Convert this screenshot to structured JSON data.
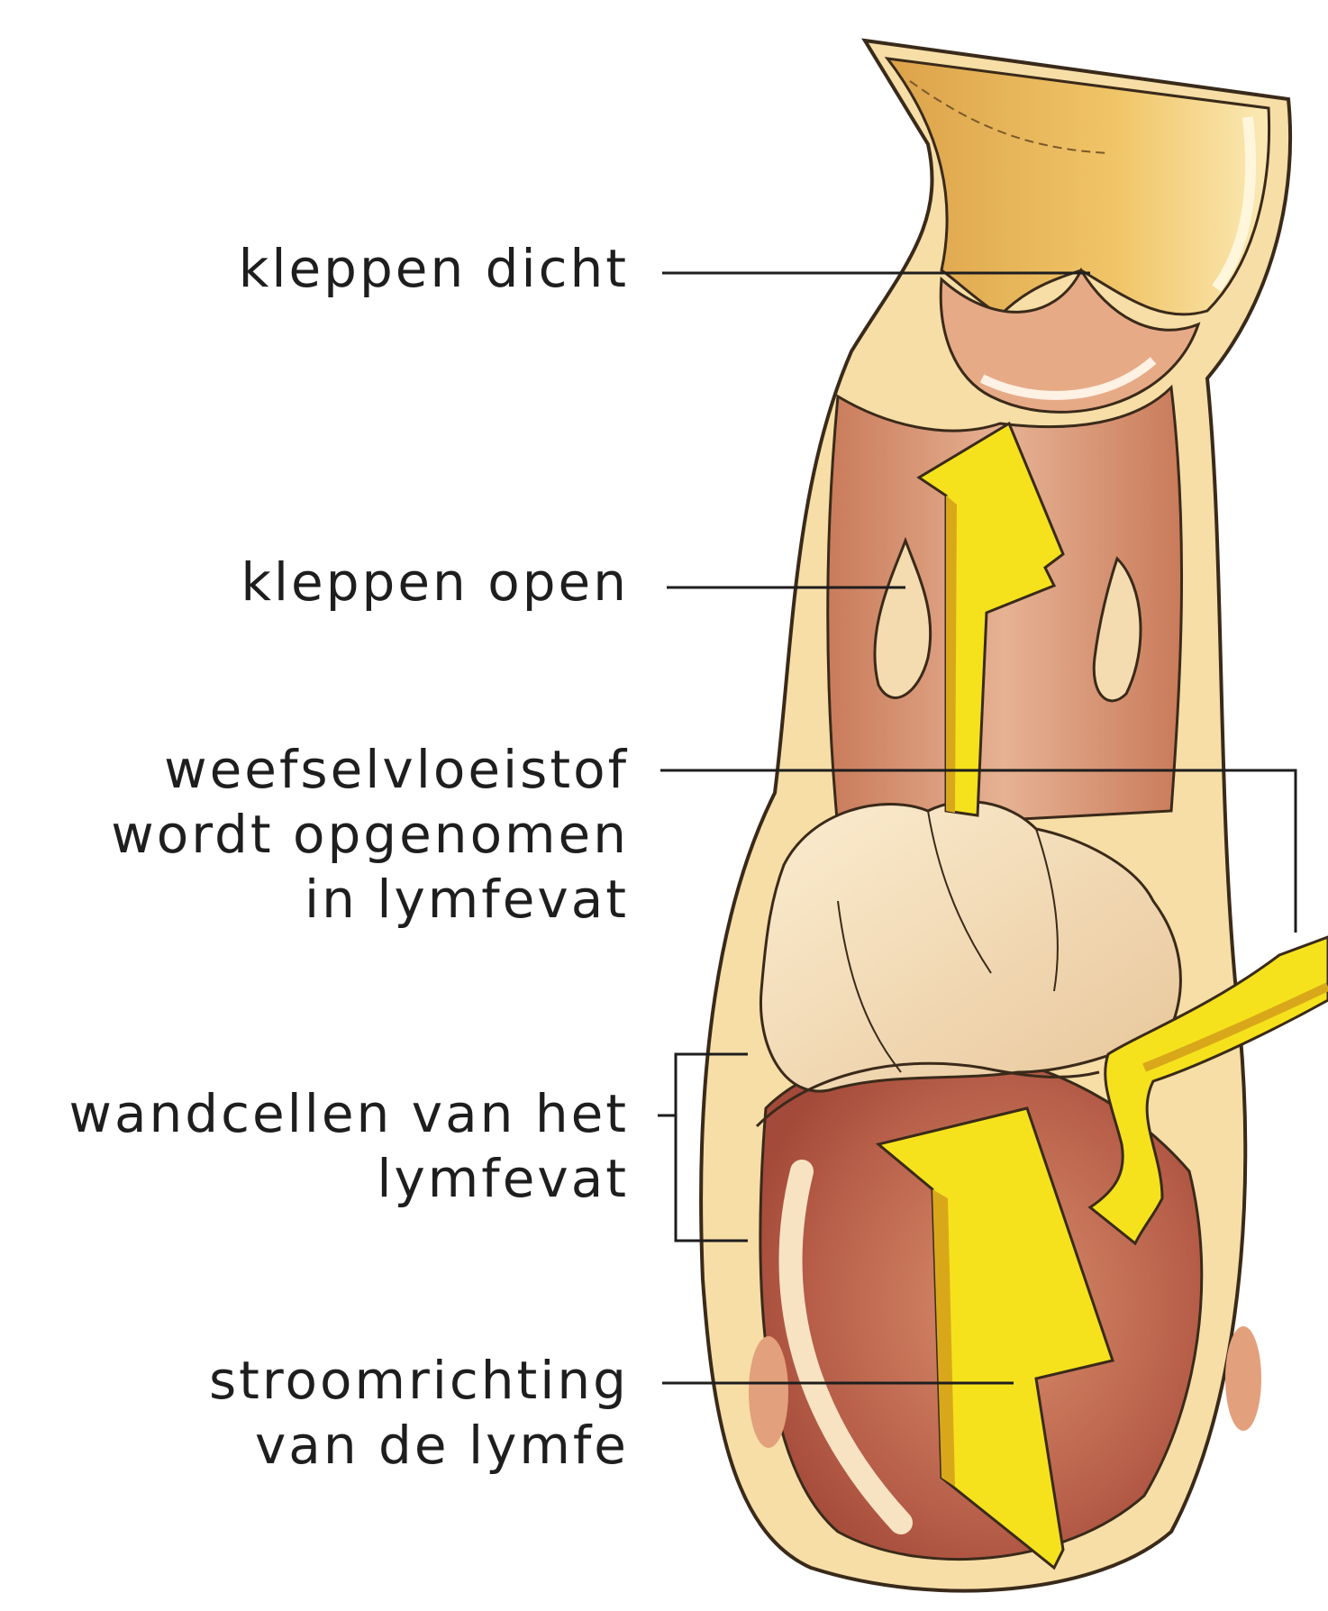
{
  "labels": {
    "valves_closed": "kleppen dicht",
    "valves_open": "kleppen open",
    "tissue_fluid": [
      "weefselvloeistof",
      "wordt opgenomen",
      "in lymfevat"
    ],
    "wall_cells": [
      "wandcellen van het",
      "lymfevat"
    ],
    "flow_direction": [
      "stroomrichting",
      "van de lymfe"
    ]
  },
  "colors": {
    "arrow": "#f5e21c",
    "arrow_shadow": "#d9a81a",
    "vessel_wall": "#f6dea6",
    "vessel_wall_outline": "#3a2a1a",
    "lumen_top": "#e9b35a",
    "lumen_middle": "#d9a07a",
    "lumen_lower": "#c9785e",
    "valve": "#f3dbb4",
    "leader_line": "#1e1e1e"
  }
}
